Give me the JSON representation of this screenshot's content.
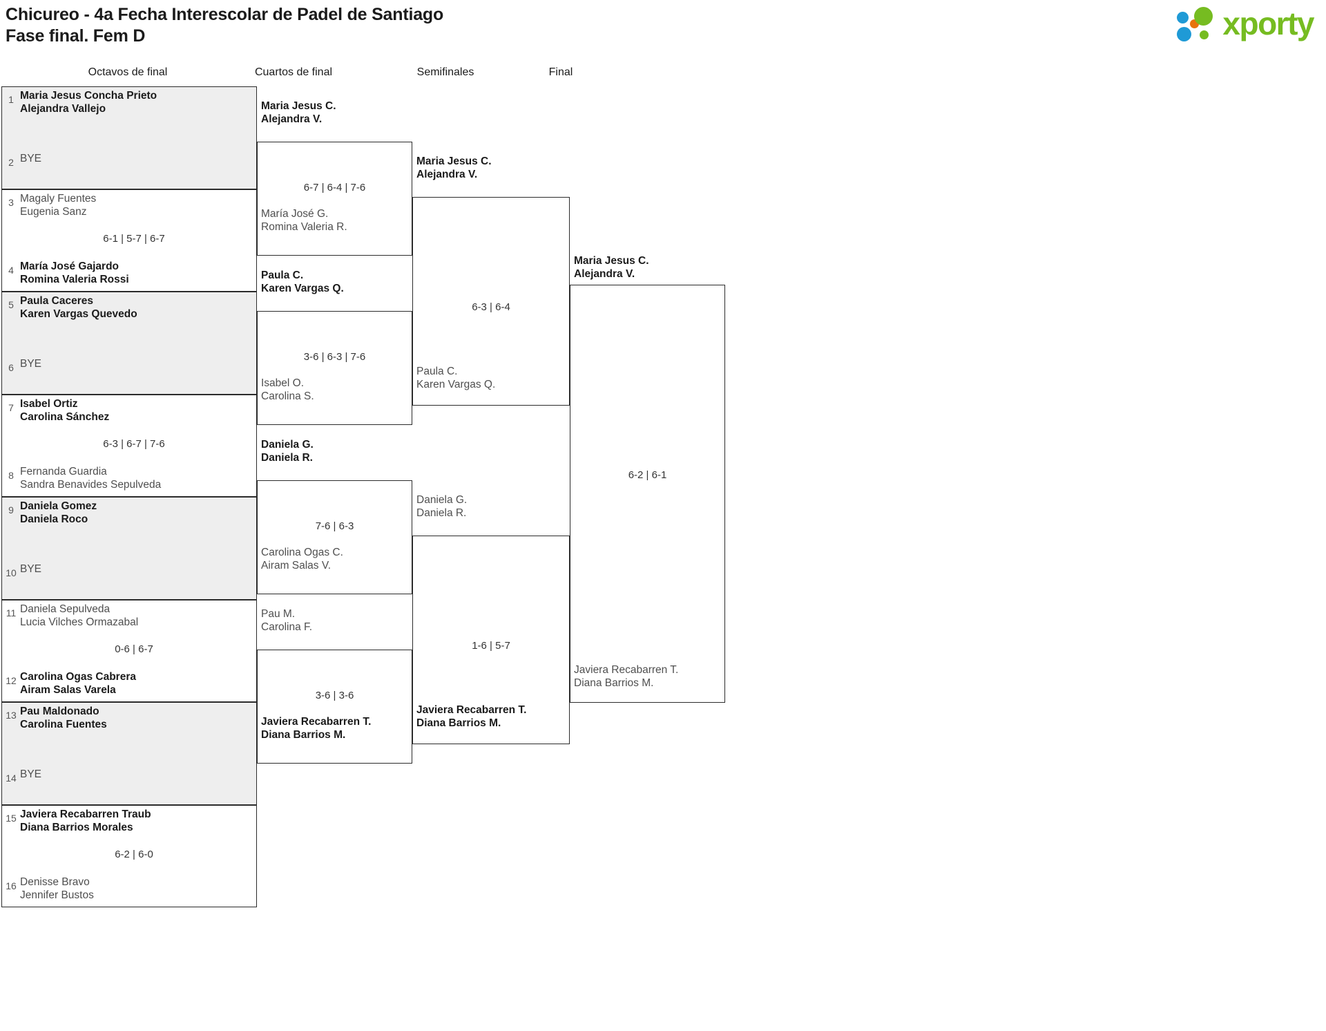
{
  "header": {
    "title": "Chicureo - 4a Fecha Interescolar de Padel de Santiago\nFase final. Fem D",
    "logo_text": "xporty"
  },
  "rounds": [
    {
      "label": "Octavos de final"
    },
    {
      "label": "Cuartos de final"
    },
    {
      "label": "Semifinales"
    },
    {
      "label": "Final"
    }
  ],
  "round1": {
    "matches": [
      {
        "top": {
          "seed": "1",
          "names": "Maria Jesus Concha Prieto\nAlejandra Vallejo",
          "result": "winner"
        },
        "bottom": {
          "seed": "2",
          "names": "BYE",
          "result": "bye"
        },
        "score": ""
      },
      {
        "top": {
          "seed": "3",
          "names": "Magaly Fuentes\nEugenia Sanz",
          "result": "loser"
        },
        "bottom": {
          "seed": "4",
          "names": "María José Gajardo\nRomina Valeria Rossi",
          "result": "winner"
        },
        "score": "6-1 | 5-7 | 6-7"
      },
      {
        "top": {
          "seed": "5",
          "names": "Paula Caceres\nKaren Vargas Quevedo",
          "result": "winner"
        },
        "bottom": {
          "seed": "6",
          "names": "BYE",
          "result": "bye"
        },
        "score": ""
      },
      {
        "top": {
          "seed": "7",
          "names": "Isabel Ortiz\nCarolina Sánchez",
          "result": "winner"
        },
        "bottom": {
          "seed": "8",
          "names": "Fernanda Guardia\nSandra Benavides Sepulveda",
          "result": "loser"
        },
        "score": "6-3 | 6-7 | 7-6"
      },
      {
        "top": {
          "seed": "9",
          "names": "Daniela Gomez\nDaniela Roco",
          "result": "winner"
        },
        "bottom": {
          "seed": "10",
          "names": "BYE",
          "result": "bye"
        },
        "score": ""
      },
      {
        "top": {
          "seed": "11",
          "names": "Daniela Sepulveda\nLucia Vilches Ormazabal",
          "result": "loser"
        },
        "bottom": {
          "seed": "12",
          "names": "Carolina Ogas Cabrera\nAiram Salas Varela",
          "result": "winner"
        },
        "score": "0-6 | 6-7"
      },
      {
        "top": {
          "seed": "13",
          "names": "Pau Maldonado\nCarolina Fuentes",
          "result": "winner"
        },
        "bottom": {
          "seed": "14",
          "names": "BYE",
          "result": "bye"
        },
        "score": ""
      },
      {
        "top": {
          "seed": "15",
          "names": "Javiera Recabarren Traub\nDiana Barrios Morales",
          "result": "winner"
        },
        "bottom": {
          "seed": "16",
          "names": "Denisse Bravo\nJennifer Bustos",
          "result": "loser"
        },
        "score": "6-2 | 6-0"
      }
    ]
  },
  "round2": {
    "matches": [
      {
        "top": {
          "names": "Maria Jesus C.\nAlejandra V.",
          "result": "winner"
        },
        "bottom": {
          "names": "María José G.\nRomina Valeria R.",
          "result": "loser"
        },
        "score": "6-7 | 6-4 | 7-6"
      },
      {
        "top": {
          "names": "Paula C.\nKaren Vargas Q.",
          "result": "winner"
        },
        "bottom": {
          "names": "Isabel O.\nCarolina S.",
          "result": "loser"
        },
        "score": "3-6 | 6-3 | 7-6"
      },
      {
        "top": {
          "names": "Daniela G.\nDaniela R.",
          "result": "winner"
        },
        "bottom": {
          "names": "Carolina Ogas C.\nAiram Salas V.",
          "result": "loser"
        },
        "score": "7-6 | 6-3"
      },
      {
        "top": {
          "names": "Pau M.\nCarolina F.",
          "result": "loser"
        },
        "bottom": {
          "names": "Javiera Recabarren T.\nDiana Barrios M.",
          "result": "winner"
        },
        "score": "3-6 | 3-6"
      }
    ]
  },
  "round3": {
    "matches": [
      {
        "top": {
          "names": "Maria Jesus C.\nAlejandra V.",
          "result": "winner"
        },
        "bottom": {
          "names": "Paula C.\nKaren Vargas Q.",
          "result": "loser"
        },
        "score": "6-3 | 6-4"
      },
      {
        "top": {
          "names": "Daniela G.\nDaniela R.",
          "result": "loser"
        },
        "bottom": {
          "names": "Javiera Recabarren T.\nDiana Barrios M.",
          "result": "winner"
        },
        "score": "1-6 | 5-7"
      }
    ]
  },
  "round4": {
    "matches": [
      {
        "top": {
          "names": "Maria Jesus C.\nAlejandra V.",
          "result": "winner"
        },
        "bottom": {
          "names": "Javiera Recabarren T.\nDiana Barrios M.",
          "result": "loser"
        },
        "score": "6-2 | 6-1"
      }
    ]
  }
}
